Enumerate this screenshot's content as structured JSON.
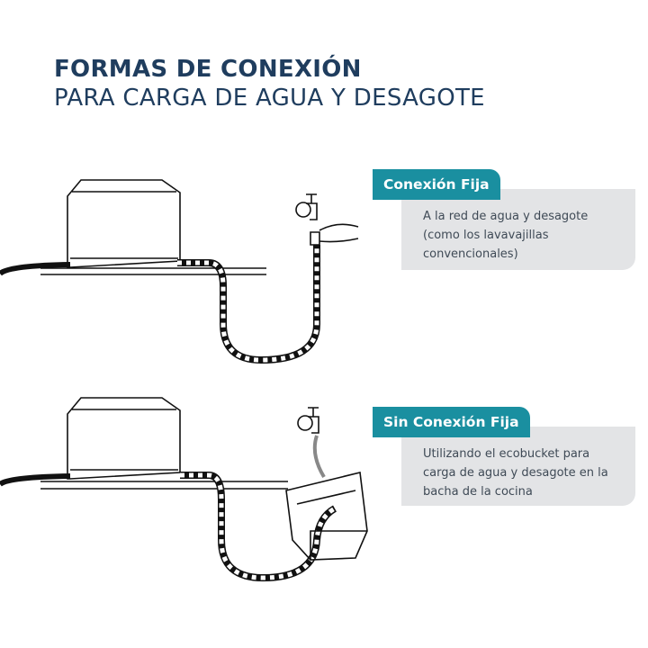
{
  "title": {
    "line1": "FORMAS DE CONEXIÓN",
    "line2": "PARA CARGA DE AGUA Y DESAGOTE"
  },
  "options": [
    {
      "label": "Conexión Fija",
      "description": "A la red de agua y desagote (como los lavavajillas convencionales)"
    },
    {
      "label": "Sin Conexión Fija",
      "description": "Utilizando el ecobucket para carga de agua y desagote en la bacha de la cocina"
    }
  ],
  "colors": {
    "accent": "#1a8fa0",
    "title": "#1f3d5e",
    "box": "#e3e4e6"
  }
}
